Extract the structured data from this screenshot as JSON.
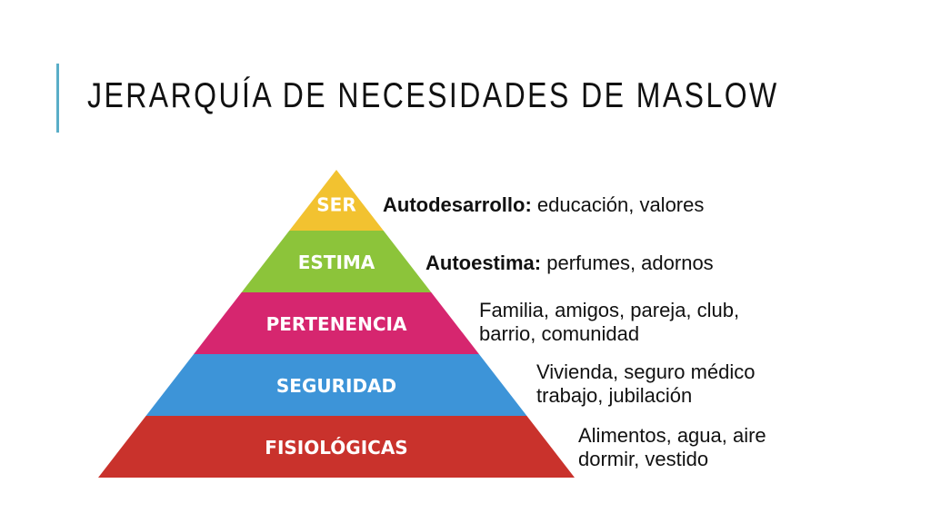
{
  "slide": {
    "title": "JERARQUÍA DE NECESIDADES DE MASLOW",
    "accent_color": "#5aaec8"
  },
  "pyramid": {
    "levels": [
      {
        "label": "SER",
        "color": "#f2c230",
        "bold": "Autodesarrollo:",
        "lines": [
          "educación, valores"
        ]
      },
      {
        "label": "ESTIMA",
        "color": "#8cc43a",
        "bold": "Autoestima:",
        "lines": [
          "perfumes, adornos"
        ]
      },
      {
        "label": "PERTENENCIA",
        "color": "#d6266f",
        "bold": "",
        "lines": [
          "Familia, amigos, pareja, club,",
          "barrio, comunidad"
        ]
      },
      {
        "label": "SEGURIDAD",
        "color": "#3d94d8",
        "bold": "",
        "lines": [
          "Vivienda, seguro médico",
          "trabajo, jubilación"
        ]
      },
      {
        "label": "FISIOLÓGICAS",
        "color": "#c9322c",
        "bold": "",
        "lines": [
          "Alimentos, agua, aire",
          "dormir, vestido"
        ]
      }
    ]
  }
}
